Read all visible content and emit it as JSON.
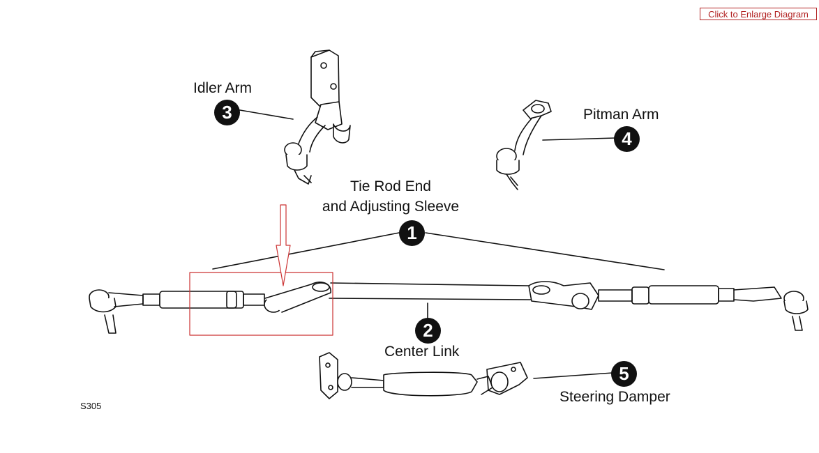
{
  "header": {
    "enlarge_label": "Click to Enlarge Diagram"
  },
  "parts": [
    {
      "number": "1",
      "label_line1": "Tie Rod End",
      "label_line2": "and Adjusting Sleeve"
    },
    {
      "number": "2",
      "label": "Center Link"
    },
    {
      "number": "3",
      "label": "Idler Arm"
    },
    {
      "number": "4",
      "label": "Pitman Arm"
    },
    {
      "number": "5",
      "label": "Steering Damper"
    }
  ],
  "diagram_code": "S305",
  "colors": {
    "highlight": "#cc3333",
    "ink": "#111111",
    "button_border": "#b22222"
  }
}
